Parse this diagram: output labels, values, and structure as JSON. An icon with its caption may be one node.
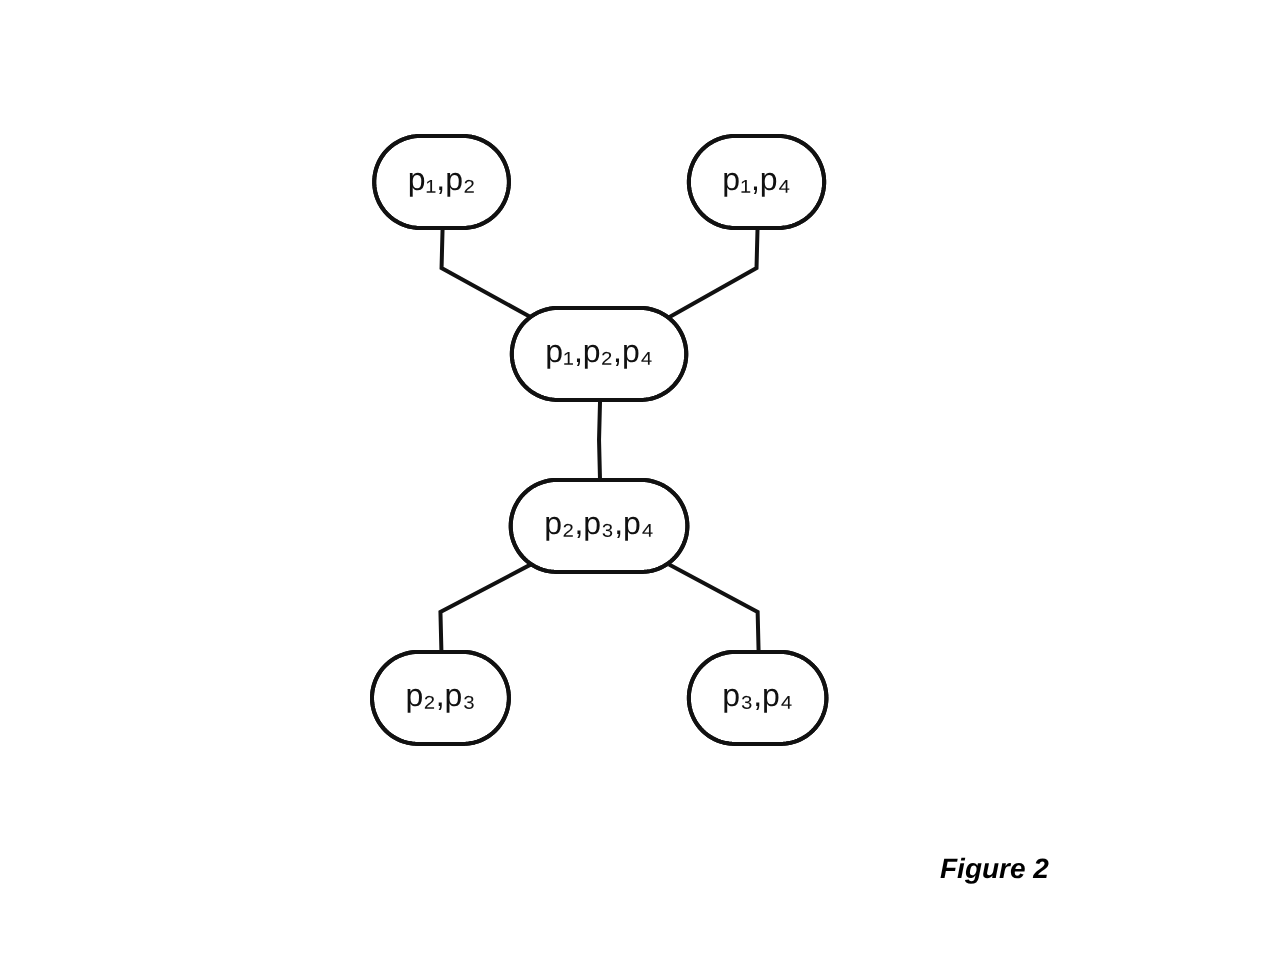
{
  "diagram": {
    "caption": "Figure 2",
    "nodes": [
      {
        "text": [
          "p₁,p₂"
        ]
      },
      {
        "text": [
          "p₁,p₄"
        ]
      },
      {
        "text": [
          "p₁,p₂,p₄"
        ]
      },
      {
        "text": [
          "p₂,p₃,p₄"
        ]
      },
      {
        "text": [
          "p₂,p₃"
        ]
      },
      {
        "text": [
          "p₃,p₄"
        ]
      }
    ],
    "edges": [
      {
        "from": 0,
        "to": 2,
        "arrow": "none"
      },
      {
        "from": 1,
        "to": 2,
        "arrow": "none"
      },
      {
        "from": 2,
        "to": 3,
        "arrow": "none"
      },
      {
        "from": 3,
        "to": 4,
        "arrow": "none"
      },
      {
        "from": 3,
        "to": 5,
        "arrow": "none"
      }
    ]
  }
}
